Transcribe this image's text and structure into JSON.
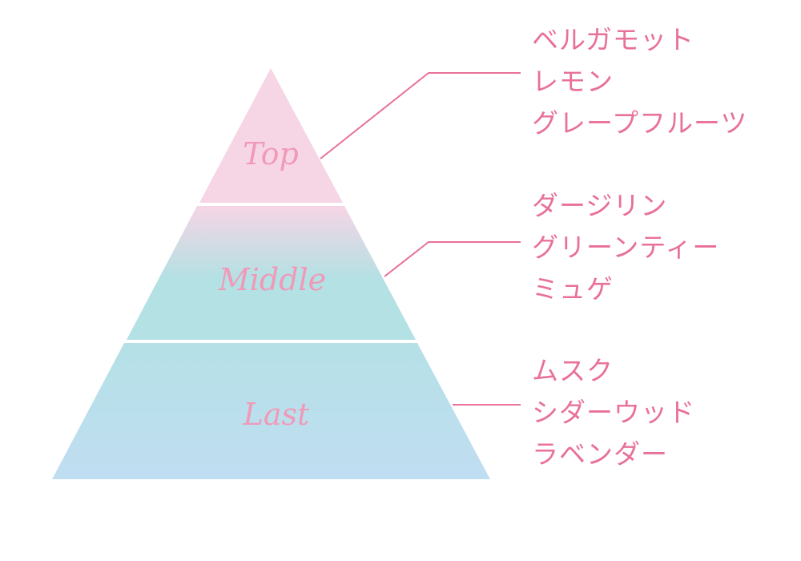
{
  "tiers": [
    {
      "label": "Top",
      "notes": [
        "ベルガモット",
        "レモン",
        "グレープフルーツ"
      ]
    },
    {
      "label": "Middle",
      "notes": [
        "ダージリン",
        "グリーンティー",
        "ミュゲ"
      ]
    },
    {
      "label": "Last",
      "notes": [
        "ムスク",
        "シダーウッド",
        "ラベンダー"
      ]
    }
  ],
  "colors": {
    "text": "#e8709b",
    "line": "#e8709b",
    "top": "#f6d5e5",
    "middle": "#b3e1e4",
    "last": "#bedff1"
  }
}
